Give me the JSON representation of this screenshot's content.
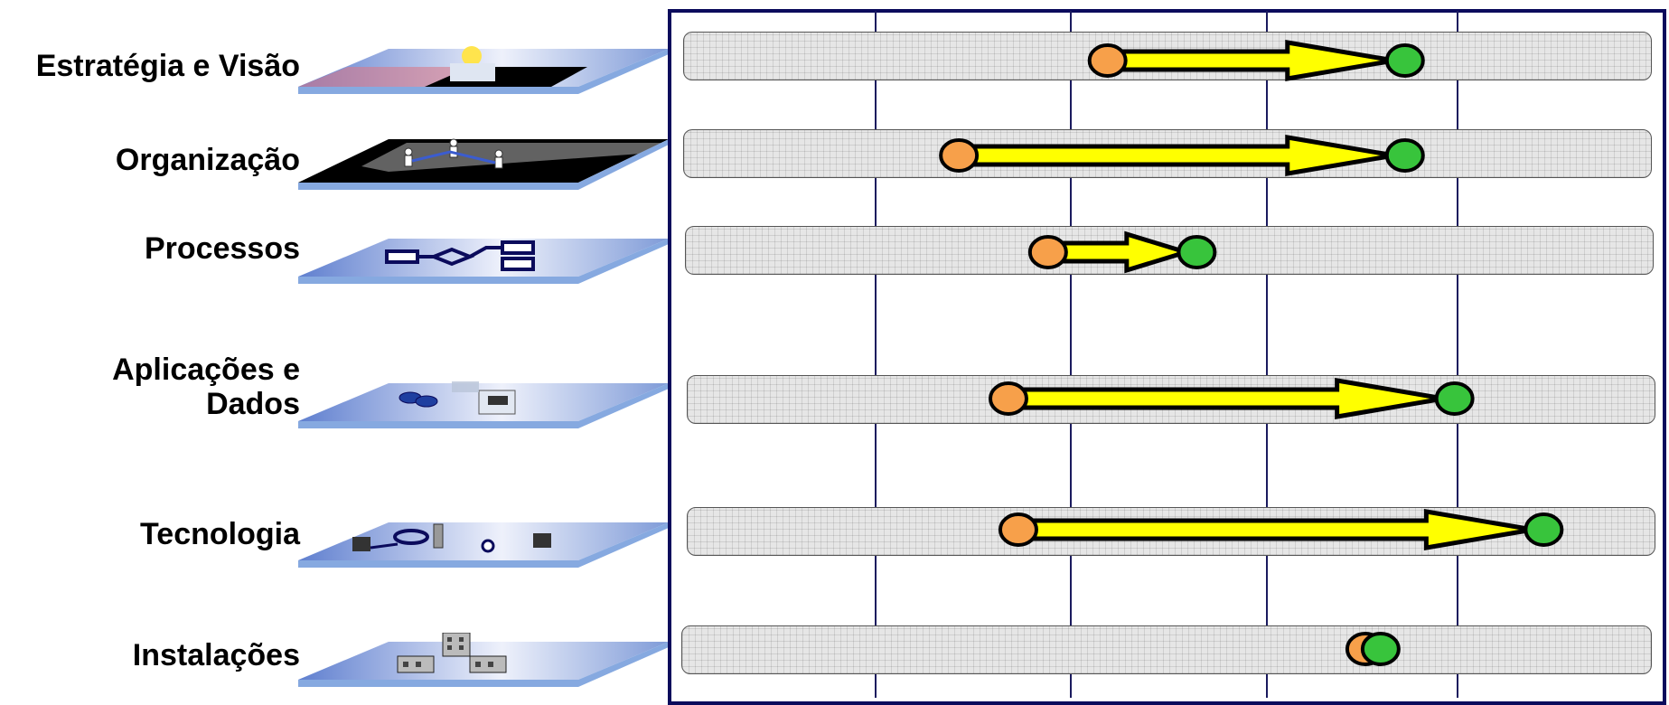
{
  "layers": [
    {
      "label_lines": [
        "Estratégia e Visão"
      ],
      "icon": "lightbulb-icon",
      "start": 0.44,
      "end": 0.74
    },
    {
      "label_lines": [
        "Organização"
      ],
      "icon": "org-people-icon",
      "start": 0.29,
      "end": 0.74
    },
    {
      "label_lines": [
        "Processos"
      ],
      "icon": "process-flow-icon",
      "start": 0.38,
      "end": 0.53
    },
    {
      "label_lines": [
        "Aplicações e",
        "Dados"
      ],
      "icon": "applications-data-icon",
      "start": 0.34,
      "end": 0.79
    },
    {
      "label_lines": [
        "Tecnologia"
      ],
      "icon": "network-icon",
      "start": 0.35,
      "end": 0.88
    },
    {
      "label_lines": [
        "Instalações"
      ],
      "icon": "buildings-icon",
      "start": 0.7,
      "end": 0.71
    }
  ],
  "colors": {
    "start_marker": "#f7a04a",
    "end_marker": "#38c43c",
    "arrow_fill": "#ffff00",
    "frame": "#0b0b5c",
    "track": "#e6e6e6"
  }
}
